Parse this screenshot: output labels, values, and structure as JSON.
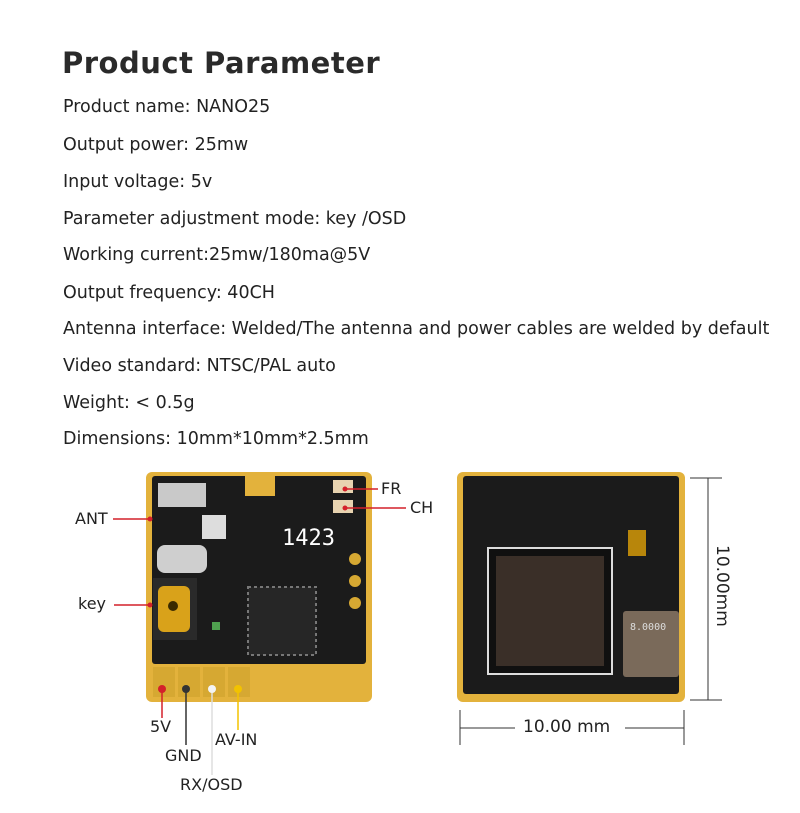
{
  "title": "Product Parameter",
  "specs": [
    "Product name: NANO25",
    "Output power: 25mw",
    "Input voltage: 5v",
    "Parameter adjustment mode: key /OSD",
    "Working current:25mw/180ma@5V",
    "Output frequency: 40CH",
    "Antenna interface: Welded/The antenna and power cables are welded by default",
    "Video standard: NTSC/PAL auto",
    "Weight:  < 0.5g",
    "Dimensions: 10mm*10mm*2.5mm"
  ],
  "front_labels": {
    "ant": "ANT",
    "key": "key",
    "fr": "FR",
    "ch": "CH",
    "v5": "5V",
    "gnd": "GND",
    "rx": "RX/OSD",
    "av": "AV-IN"
  },
  "board_marking": "1423",
  "crystal_marking": "8.0000",
  "dimensions": {
    "height": "10.00mm",
    "width": "10.00 mm"
  },
  "colors": {
    "board": "#1b1b1b",
    "gold": "#e3b23c",
    "lead_red": "#d4202a",
    "lead_yellow": "#f2c200"
  }
}
